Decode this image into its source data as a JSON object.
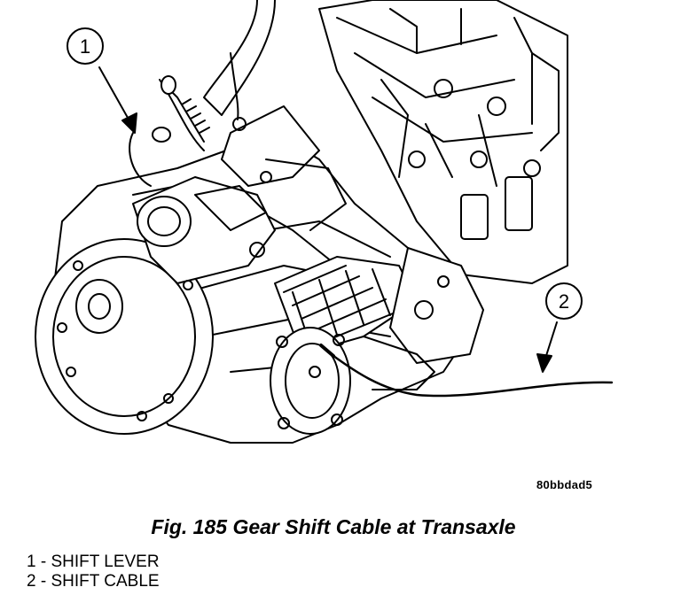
{
  "figure": {
    "code": "80bbdad5",
    "caption": "Fig. 185 Gear Shift Cable at Transaxle"
  },
  "callouts": [
    {
      "number": "1",
      "label": "SHIFT LEVER"
    },
    {
      "number": "2",
      "label": "SHIFT CABLE"
    }
  ],
  "legend": [
    "1 - SHIFT LEVER",
    "2 - SHIFT CABLE"
  ]
}
